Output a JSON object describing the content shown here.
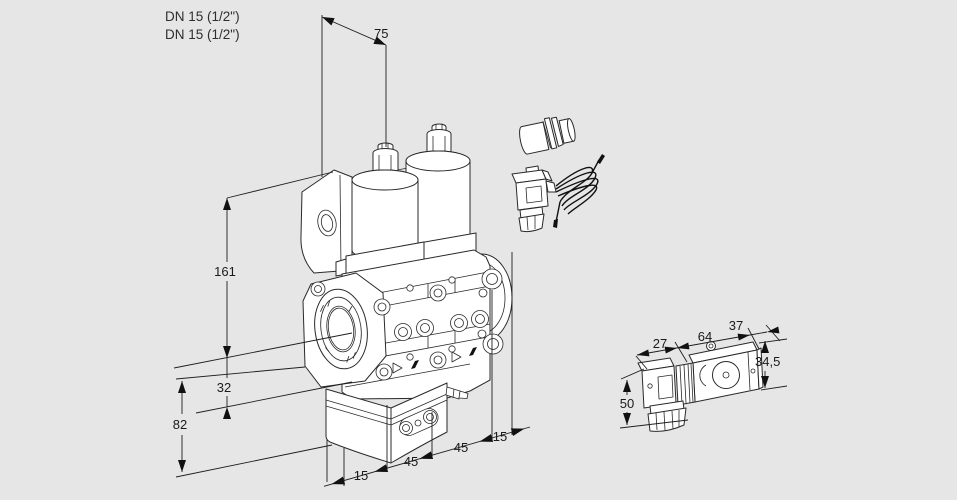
{
  "page": {
    "background": "#e6e6e6",
    "line_color": "#2a2a2a",
    "text_color": "#1a1a1a",
    "figure_type": "dimensional drawing of double solenoid gas valve with accessories"
  },
  "connection_labels": {
    "line1": "DN 15 (1/2\")",
    "line2": "DN 15 (1/2\")"
  },
  "valve_dimensions": {
    "top_width": "75",
    "height_upper": "161",
    "flange_offset": "32",
    "height_lower": "82",
    "bottom_left_offset": "15",
    "bottom_spacing_left": "45",
    "bottom_spacing_right": "45",
    "bottom_right_offset": "15"
  },
  "actuator_dimensions": {
    "connector_width": "27",
    "body_width": "64",
    "end_width": "37",
    "body_height": "34,5",
    "connector_height": "50"
  }
}
